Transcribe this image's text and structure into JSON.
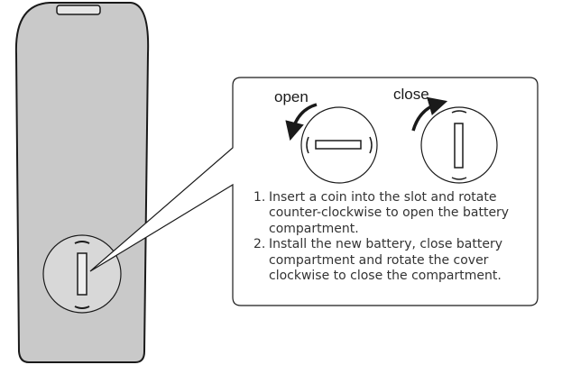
{
  "labels": {
    "open": "open",
    "close": "close"
  },
  "instructions": [
    {
      "number": "1.",
      "text": "Insert a coin into the slot and rotate counter-clockwise to open the battery compartment."
    },
    {
      "number": "2.",
      "text": "Install the new battery, close battery compartment and rotate the cover clockwise to close the compartment."
    }
  ],
  "colors": {
    "remote_body": "#c9c9c9",
    "outline": "#1a1a1a",
    "text": "#333333"
  }
}
